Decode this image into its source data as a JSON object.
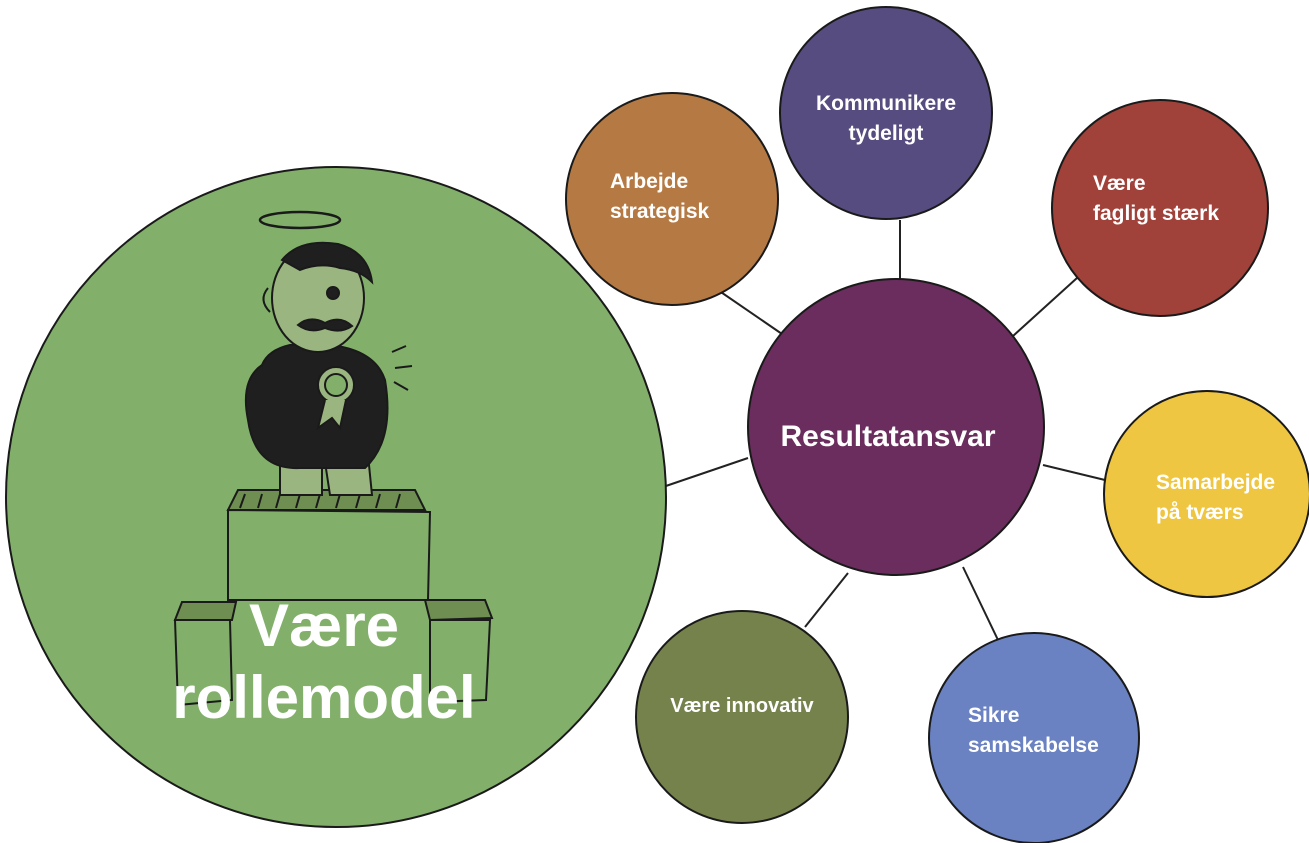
{
  "center": {
    "label": "Resultatansvar",
    "color": "#6a2d5d"
  },
  "focus": {
    "label_line1": "Være",
    "label_line2": "rollemodel",
    "color": "#82b06a",
    "illustration": "podium-character-icon"
  },
  "satellites": [
    {
      "id": "arbejde-strategisk",
      "lines": [
        "Arbejde",
        "strategisk"
      ],
      "color": "#b57a44"
    },
    {
      "id": "kommunikere-tydeligt",
      "lines": [
        "Kommunikere",
        "tydeligt"
      ],
      "color": "#574c80"
    },
    {
      "id": "vaere-fagligt-staerk",
      "lines": [
        "Være",
        "fagligt stærk"
      ],
      "color": "#a0413a"
    },
    {
      "id": "samarbejde-paa-tvaers",
      "lines": [
        "Samarbejde",
        "på tværs"
      ],
      "color": "#efc641"
    },
    {
      "id": "sikre-samskabelse",
      "lines": [
        "Sikre",
        "samskabelse"
      ],
      "color": "#6a82c2"
    },
    {
      "id": "vaere-innovativ",
      "lines": [
        "Være innovativ"
      ],
      "color": "#75824c"
    }
  ]
}
